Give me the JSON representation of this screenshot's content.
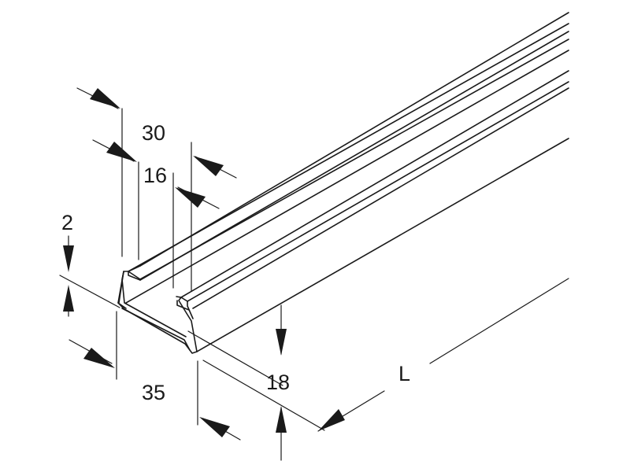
{
  "dimensions": {
    "top_width": "30",
    "opening_width": "16",
    "thickness": "2",
    "base_width": "35",
    "height": "18",
    "length": "L"
  },
  "colors": {
    "line": "#1a1a1a",
    "background": "#ffffff"
  }
}
